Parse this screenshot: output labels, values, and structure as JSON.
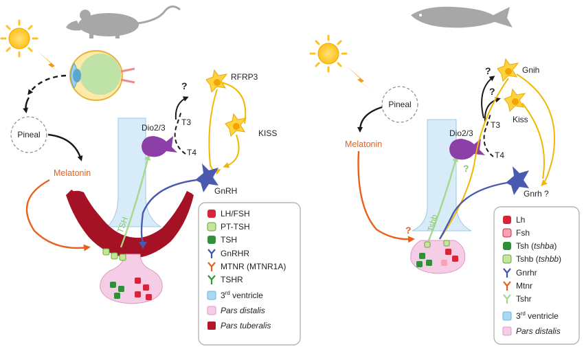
{
  "left": {
    "pineal": "Pineal",
    "melatonin": "Melatonin",
    "dio": "Dio2/3",
    "t3": "T3",
    "t4": "T4",
    "rfrp3": "RFRP3",
    "kiss": "KISS",
    "gnrh": "GnRH",
    "tsh_arrow": "TSH",
    "question": "?",
    "legend": [
      {
        "text": "LH/FSH",
        "icon": "red-cell-icon"
      },
      {
        "text": "PT-TSH",
        "icon": "light-green-cell-icon"
      },
      {
        "text": "TSH",
        "icon": "green-cell-icon"
      },
      {
        "text": "GnRHR",
        "icon": "blue-receptor-icon"
      },
      {
        "text": "MTNR (MTNR1A)",
        "icon": "orange-receptor-icon"
      },
      {
        "text": "TSHR",
        "icon": "green-receptor-icon"
      },
      {
        "text": "3",
        "sup": "rd",
        "rest": " ventricle",
        "icon": "blue-square-icon"
      },
      {
        "text": "Pars distalis",
        "icon": "pink-square-icon",
        "italic": true
      },
      {
        "text": "Pars tuberalis",
        "icon": "red-square-icon",
        "italic": true
      }
    ]
  },
  "right": {
    "pineal": "Pineal",
    "melatonin": "Melatonin",
    "dio": "Dio2/3",
    "t3": "T3",
    "t4": "T4",
    "gnih": "Gnih",
    "kiss": "Kiss",
    "gnrh": "Gnrh ?",
    "tshb_arrow": "Tshb",
    "question": "?",
    "legend": [
      {
        "text": "Lh",
        "icon": "red-cell-icon"
      },
      {
        "text": "Fsh",
        "icon": "pink-cell-icon"
      },
      {
        "text": "Tsh (",
        "gene": "tshba",
        "close": ")",
        "icon": "green-cell-icon"
      },
      {
        "text": "Tshb (",
        "gene": "tshbb",
        "close": ")",
        "icon": "light-green-cell-icon"
      },
      {
        "text": "Gnrhr",
        "icon": "blue-receptor-icon"
      },
      {
        "text": "Mtnr",
        "icon": "orange-receptor-icon"
      },
      {
        "text": "Tshr",
        "icon": "green-receptor-icon"
      },
      {
        "text": "3",
        "sup": "rd",
        "rest": " ventricle",
        "icon": "blue-square-icon"
      },
      {
        "text": "Pars distalis",
        "icon": "pink-square-icon",
        "italic": true
      }
    ]
  },
  "colors": {
    "pars_tuberalis": "#b5162b",
    "pars_distalis": "#f6cde6",
    "ventricle": "#d7ecf8",
    "melatonin": "#e8601c",
    "tsh_arrow": "#a6d88a",
    "gnrh_neuron": "#4a5ab0",
    "dio_cell": "#8c3fa6",
    "neuron_yellow": "#ffd23f",
    "silhouette": "#a7a7a7"
  }
}
